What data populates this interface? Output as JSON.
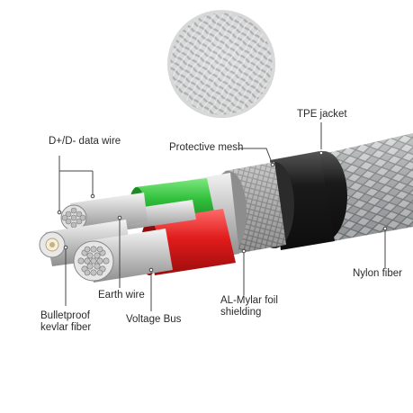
{
  "labels": {
    "data_wire": "D+/D- data wire",
    "protective_mesh": "Protective mesh",
    "tpe_jacket": "TPE jacket",
    "nylon_fiber": "Nylon fiber",
    "al_mylar_line1": "AL-Mylar foil",
    "al_mylar_line2": "shielding",
    "earth_wire": "Earth wire",
    "kevlar_line1": "Bulletproof",
    "kevlar_line2": "kevlar fiber",
    "voltage_bus": "Voltage Bus"
  },
  "colors": {
    "green_insulation": "#2fbf3a",
    "red_insulation": "#e01b1b",
    "tpe_jacket": "#1d1d1d",
    "nylon_braid": "#b9bcbd",
    "foil": "#c9c9c9",
    "callout_line": "#444444"
  }
}
